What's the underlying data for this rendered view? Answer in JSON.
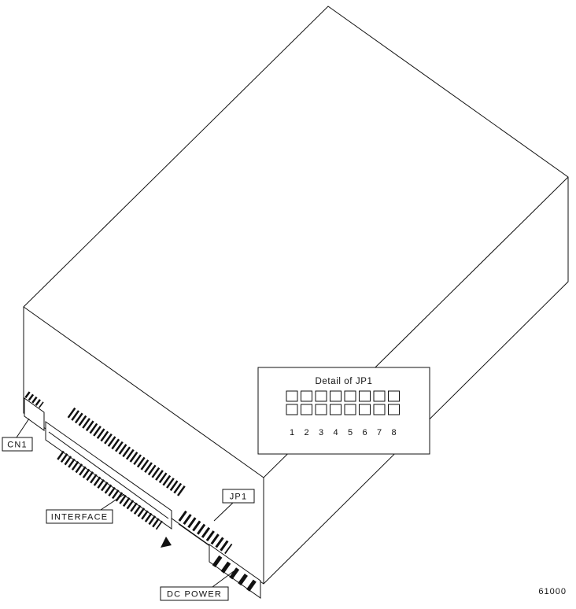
{
  "figure": {
    "number": "61000",
    "detail": {
      "title": "Detail of JP1",
      "pin_numbers": [
        "1",
        "2",
        "3",
        "4",
        "5",
        "6",
        "7",
        "8"
      ]
    },
    "callouts": {
      "cn1": "CN1",
      "interface": "INTERFACE",
      "jp1": "JP1",
      "dc_power": "DC POWER"
    }
  }
}
